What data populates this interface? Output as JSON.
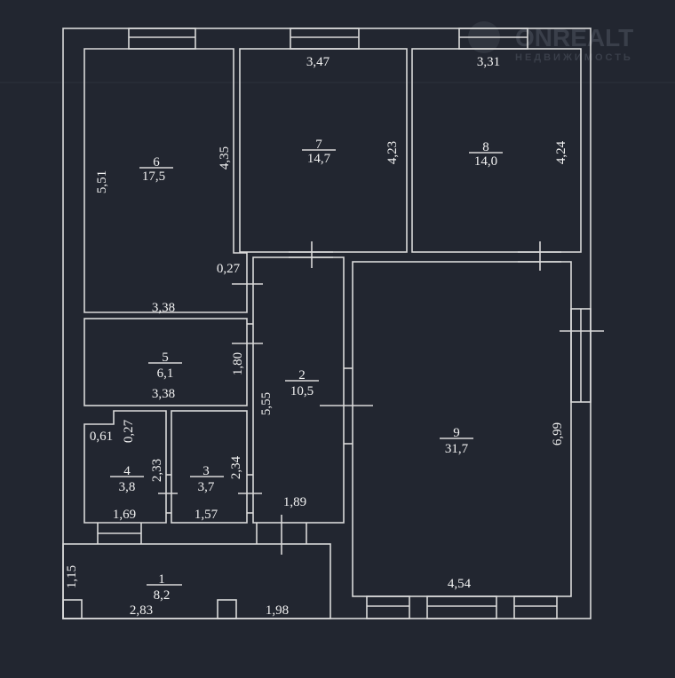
{
  "watermark": {
    "brand": "ONREALT",
    "tagline": "НЕДВИЖИМОСТЬ"
  },
  "rooms": [
    {
      "number": "1",
      "area": "8,2"
    },
    {
      "number": "2",
      "area": "10,5"
    },
    {
      "number": "3",
      "area": "3,7"
    },
    {
      "number": "4",
      "area": "3,8"
    },
    {
      "number": "5",
      "area": "6,1"
    },
    {
      "number": "6",
      "area": "17,5"
    },
    {
      "number": "7",
      "area": "14,7"
    },
    {
      "number": "8",
      "area": "14,0"
    },
    {
      "number": "9",
      "area": "31,7"
    }
  ],
  "dimensions": {
    "r7_top": "3,47",
    "r8_top": "3,31",
    "r6_left": "5,51",
    "r6_right": "4,35",
    "r7_right": "4,23",
    "r8_right": "4,24",
    "step": "0,27",
    "r6_bottom": "3,38",
    "r5_height": "1,80",
    "r5_width": "3,38",
    "r2_height": "5,55",
    "r9_height": "6,99",
    "r4_notch_w": "0,61",
    "r4_notch_h": "0,27",
    "r4_height": "2,33",
    "r3_height": "2,34",
    "r4_width": "1,69",
    "r3_width": "1,57",
    "r2_width": "1,89",
    "r1_height": "1,15",
    "r1_width_a": "2,83",
    "r1_width_b": "1,98",
    "r9_width": "4,54"
  }
}
